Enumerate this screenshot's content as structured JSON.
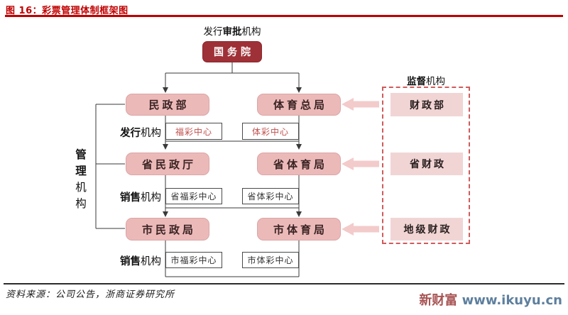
{
  "figure_title": "图 16：彩票管理体制框架图",
  "approval_label": {
    "p1": "发行",
    "p2_bold": "审批",
    "p3": "机构"
  },
  "nodes": {
    "root": "国务院",
    "civil_ministry": "民政部",
    "sports_admin": "体育总局",
    "welfare_center": "福彩中心",
    "sports_center": "体彩中心",
    "prov_civil": "省民政厅",
    "prov_sports": "省体育局",
    "prov_welfare_center": "省福彩中心",
    "prov_sports_center": "省体彩中心",
    "city_civil": "市民政局",
    "city_sports": "市体育局",
    "city_welfare_center": "市福彩中心",
    "city_sports_center": "市体彩中心"
  },
  "supervision": {
    "label_bold": "监督",
    "label_rest": "机构",
    "items": [
      "财政部",
      "省财政",
      "地级财政"
    ]
  },
  "group_labels": {
    "issuance_bold": "发行",
    "issuance_rest": "机构",
    "sales_bold": "销售",
    "sales_rest": "机构",
    "management_bold": "管理",
    "management_rest": "机构"
  },
  "footer": {
    "source": "资料来源：公司公告，浙商证券研究所",
    "brand": "新财富",
    "site": "www.ikuyu.cn"
  },
  "colors": {
    "title_red": "#c00000",
    "root_box_fill": "#9e3137",
    "org_box_fill": "#ecb9b9",
    "org_box_border": "#dca6a6",
    "supervision_box_fill": "#f1d5d5",
    "dashed_border": "#cf5b5b",
    "supervision_arrow": "#f3cbcb",
    "center_text_red": "#c0504d",
    "connector_line": "#3a3a3a",
    "watermark_brand": "#a85454",
    "watermark_site": "#5e7f9e"
  }
}
